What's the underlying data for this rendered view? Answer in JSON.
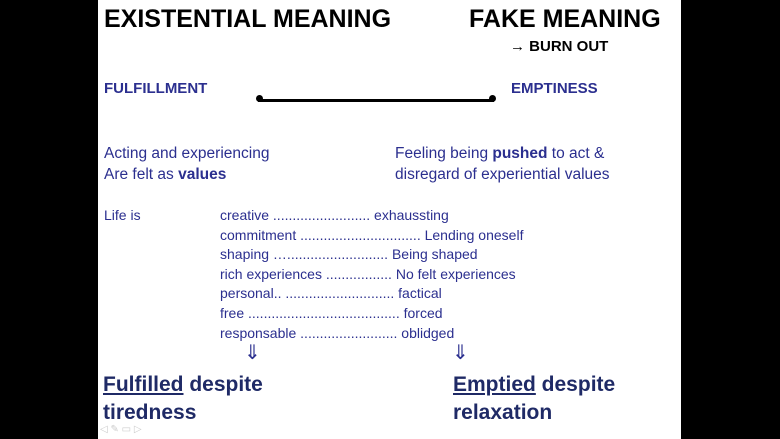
{
  "title_left": "EXISTENTIAL MEANING",
  "title_right": "FAKE MEANING",
  "burnout": "→ BURN OUT",
  "fulfillment": "FULFILLMENT",
  "emptiness": "EMPTINESS",
  "left_para": {
    "line1": "Acting and experiencing",
    "line2_pre": "Are felt as ",
    "line2_bold": "values"
  },
  "right_para": {
    "line1_pre": "Feeling being ",
    "line1_bold": "pushed",
    "line1_post": " to act &",
    "line2": "disregard of experiential values"
  },
  "life_is": "Life is",
  "list_items": [
    "creative ......................... exhaussting",
    "commitment ............................... Lending oneself",
    "shaping    ….......................... Being shaped",
    "rich experiences ................. No felt experiences",
    "personal.. ............................ factical",
    "free ....................................... forced",
    "responsable ......................... oblidged"
  ],
  "arrow_glyph": "⇓",
  "conclusion_left": {
    "underlined": "Fulfilled",
    "rest": " despite",
    "line2": "tiredness"
  },
  "conclusion_right": {
    "underlined": "Emptied",
    "rest": " despite",
    "line2": "relaxation"
  },
  "colors": {
    "blue_text": "#2b2f8f",
    "conclusion_blue": "#1f2a66",
    "frame": "#000000"
  }
}
